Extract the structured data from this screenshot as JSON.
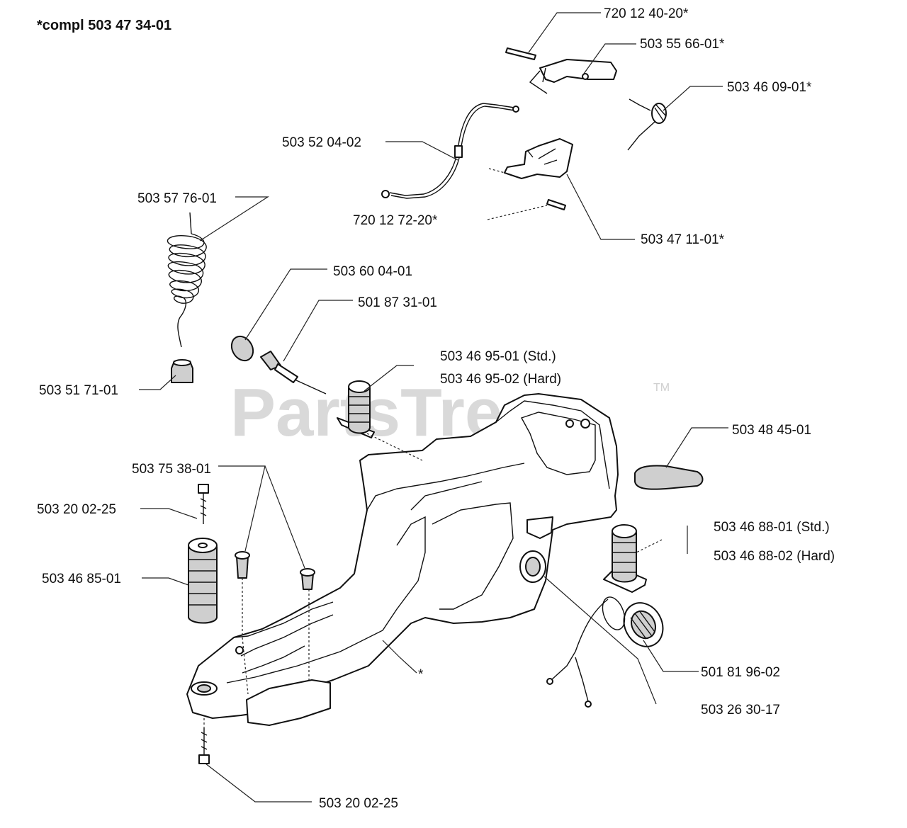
{
  "header": "*compl 503 47 34-01",
  "watermark": {
    "text": "PartsTree",
    "tm": "TM"
  },
  "labels": {
    "p720_12_40_20": "720 12 40-20*",
    "p503_55_66_01": "503 55 66-01*",
    "p503_46_09_01": "503 46 09-01*",
    "p503_52_04_02": "503 52 04-02",
    "p720_12_72_20": "720 12 72-20*",
    "p503_47_11_01": "503 47 11-01*",
    "p503_57_76_01": "503 57 76-01",
    "p503_60_04_01": "503 60 04-01",
    "p501_87_31_01": "501 87 31-01",
    "p503_46_95_01": "503 46 95-01 (Std.)",
    "p503_46_95_02": "503 46 95-02 (Hard)",
    "p503_51_71_01": "503 51 71-01",
    "p503_48_45_01": "503 48 45-01",
    "p503_75_38_01": "503 75 38-01",
    "p503_20_02_25_top": "503 20 02-25",
    "p503_46_88_01": "503 46 88-01 (Std.)",
    "p503_46_88_02": "503 46 88-02 (Hard)",
    "p503_46_85_01": "503 46 85-01",
    "p501_81_96_02": "501 81 96-02",
    "p503_26_30_17": "503 26 30-17",
    "p503_20_02_25_bottom": "503 20 02-25",
    "asterisk": "*"
  }
}
